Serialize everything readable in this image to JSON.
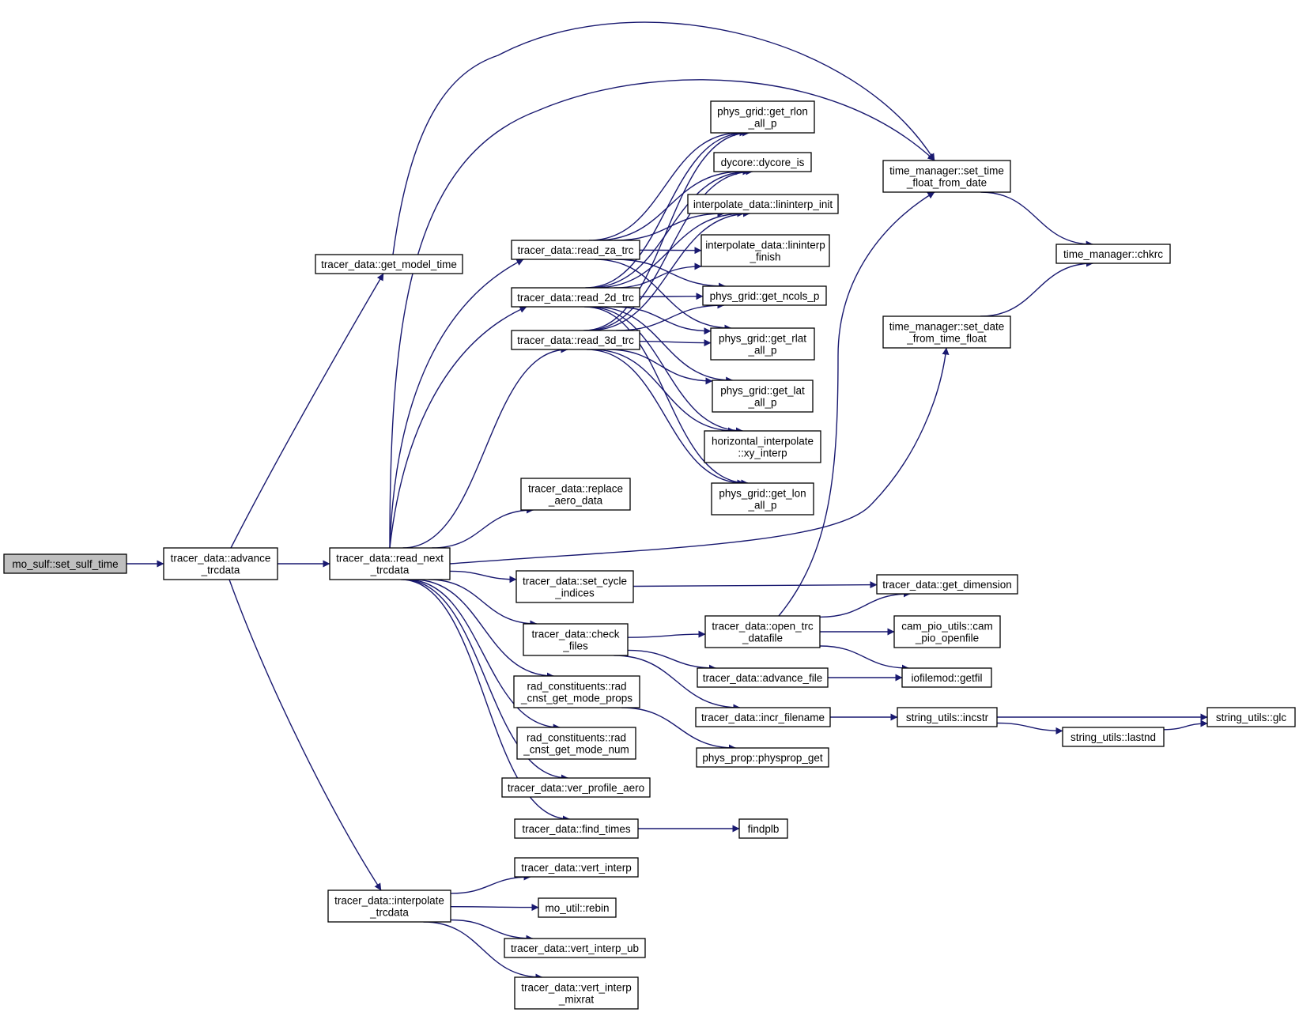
{
  "graph": {
    "root": "set_sulf_time",
    "nodes": [
      {
        "id": "set_sulf_time",
        "lines": [
          "mo_sulf::set_sulf_time"
        ]
      },
      {
        "id": "advance_trcdata",
        "lines": [
          "tracer_data::advance",
          "_trcdata"
        ]
      },
      {
        "id": "get_model_time",
        "lines": [
          "tracer_data::get_model_time"
        ]
      },
      {
        "id": "read_next_trcdata",
        "lines": [
          "tracer_data::read_next",
          "_trcdata"
        ]
      },
      {
        "id": "interpolate_trcdata",
        "lines": [
          "tracer_data::interpolate",
          "_trcdata"
        ]
      },
      {
        "id": "read_za_trc",
        "lines": [
          "tracer_data::read_za_trc"
        ]
      },
      {
        "id": "read_2d_trc",
        "lines": [
          "tracer_data::read_2d_trc"
        ]
      },
      {
        "id": "read_3d_trc",
        "lines": [
          "tracer_data::read_3d_trc"
        ]
      },
      {
        "id": "replace_aero_data",
        "lines": [
          "tracer_data::replace",
          "_aero_data"
        ]
      },
      {
        "id": "set_cycle_indices",
        "lines": [
          "tracer_data::set_cycle",
          "_indices"
        ]
      },
      {
        "id": "check_files",
        "lines": [
          "tracer_data::check",
          "_files"
        ]
      },
      {
        "id": "rad_cnst_get_mode_props",
        "lines": [
          "rad_constituents::rad",
          "_cnst_get_mode_props"
        ]
      },
      {
        "id": "rad_cnst_get_mode_num",
        "lines": [
          "rad_constituents::rad",
          "_cnst_get_mode_num"
        ]
      },
      {
        "id": "ver_profile_aero",
        "lines": [
          "tracer_data::ver_profile_aero"
        ]
      },
      {
        "id": "find_times",
        "lines": [
          "tracer_data::find_times"
        ]
      },
      {
        "id": "vert_interp",
        "lines": [
          "tracer_data::vert_interp"
        ]
      },
      {
        "id": "rebin",
        "lines": [
          "mo_util::rebin"
        ]
      },
      {
        "id": "vert_interp_ub",
        "lines": [
          "tracer_data::vert_interp_ub"
        ]
      },
      {
        "id": "vert_interp_mixrat",
        "lines": [
          "tracer_data::vert_interp",
          "_mixrat"
        ]
      },
      {
        "id": "get_rlon_all_p",
        "lines": [
          "phys_grid::get_rlon",
          "_all_p"
        ]
      },
      {
        "id": "dycore_is",
        "lines": [
          "dycore::dycore_is"
        ]
      },
      {
        "id": "lininterp_init",
        "lines": [
          "interpolate_data::lininterp_init"
        ]
      },
      {
        "id": "lininterp_finish",
        "lines": [
          "interpolate_data::lininterp",
          "_finish"
        ]
      },
      {
        "id": "get_ncols_p",
        "lines": [
          "phys_grid::get_ncols_p"
        ]
      },
      {
        "id": "get_rlat_all_p",
        "lines": [
          "phys_grid::get_rlat",
          "_all_p"
        ]
      },
      {
        "id": "get_lat_all_p",
        "lines": [
          "phys_grid::get_lat",
          "_all_p"
        ]
      },
      {
        "id": "xy_interp",
        "lines": [
          "horizontal_interpolate",
          "::xy_interp"
        ]
      },
      {
        "id": "get_lon_all_p",
        "lines": [
          "phys_grid::get_lon",
          "_all_p"
        ]
      },
      {
        "id": "open_trc_datafile",
        "lines": [
          "tracer_data::open_trc",
          "_datafile"
        ]
      },
      {
        "id": "advance_file",
        "lines": [
          "tracer_data::advance_file"
        ]
      },
      {
        "id": "incr_filename",
        "lines": [
          "tracer_data::incr_filename"
        ]
      },
      {
        "id": "physprop_get",
        "lines": [
          "phys_prop::physprop_get"
        ]
      },
      {
        "id": "findplb",
        "lines": [
          "findplb"
        ]
      },
      {
        "id": "set_time_float_from_date",
        "lines": [
          "time_manager::set_time",
          "_float_from_date"
        ]
      },
      {
        "id": "set_date_from_time_float",
        "lines": [
          "time_manager::set_date",
          "_from_time_float"
        ]
      },
      {
        "id": "chkrc",
        "lines": [
          "time_manager::chkrc"
        ]
      },
      {
        "id": "get_dimension",
        "lines": [
          "tracer_data::get_dimension"
        ]
      },
      {
        "id": "cam_pio_openfile",
        "lines": [
          "cam_pio_utils::cam",
          "_pio_openfile"
        ]
      },
      {
        "id": "getfil",
        "lines": [
          "iofilemod::getfil"
        ]
      },
      {
        "id": "incstr",
        "lines": [
          "string_utils::incstr"
        ]
      },
      {
        "id": "lastnd",
        "lines": [
          "string_utils::lastnd"
        ]
      },
      {
        "id": "glc",
        "lines": [
          "string_utils::glc"
        ]
      }
    ],
    "edges": [
      [
        "set_sulf_time",
        "advance_trcdata"
      ],
      [
        "advance_trcdata",
        "get_model_time"
      ],
      [
        "advance_trcdata",
        "read_next_trcdata"
      ],
      [
        "advance_trcdata",
        "interpolate_trcdata"
      ],
      [
        "get_model_time",
        "set_time_float_from_date"
      ],
      [
        "read_next_trcdata",
        "read_za_trc"
      ],
      [
        "read_next_trcdata",
        "read_2d_trc"
      ],
      [
        "read_next_trcdata",
        "read_3d_trc"
      ],
      [
        "read_next_trcdata",
        "replace_aero_data"
      ],
      [
        "read_next_trcdata",
        "set_cycle_indices"
      ],
      [
        "read_next_trcdata",
        "check_files"
      ],
      [
        "read_next_trcdata",
        "rad_cnst_get_mode_props"
      ],
      [
        "read_next_trcdata",
        "rad_cnst_get_mode_num"
      ],
      [
        "read_next_trcdata",
        "ver_profile_aero"
      ],
      [
        "read_next_trcdata",
        "find_times"
      ],
      [
        "read_next_trcdata",
        "set_time_float_from_date"
      ],
      [
        "read_next_trcdata",
        "set_date_from_time_float"
      ],
      [
        "read_za_trc",
        "get_rlon_all_p"
      ],
      [
        "read_za_trc",
        "dycore_is"
      ],
      [
        "read_za_trc",
        "lininterp_init"
      ],
      [
        "read_za_trc",
        "lininterp_finish"
      ],
      [
        "read_za_trc",
        "get_ncols_p"
      ],
      [
        "read_za_trc",
        "get_rlat_all_p"
      ],
      [
        "read_2d_trc",
        "get_rlon_all_p"
      ],
      [
        "read_2d_trc",
        "dycore_is"
      ],
      [
        "read_2d_trc",
        "lininterp_init"
      ],
      [
        "read_2d_trc",
        "lininterp_finish"
      ],
      [
        "read_2d_trc",
        "get_ncols_p"
      ],
      [
        "read_2d_trc",
        "get_rlat_all_p"
      ],
      [
        "read_2d_trc",
        "get_lat_all_p"
      ],
      [
        "read_2d_trc",
        "xy_interp"
      ],
      [
        "read_2d_trc",
        "get_lon_all_p"
      ],
      [
        "read_3d_trc",
        "get_rlon_all_p"
      ],
      [
        "read_3d_trc",
        "dycore_is"
      ],
      [
        "read_3d_trc",
        "lininterp_init"
      ],
      [
        "read_3d_trc",
        "get_ncols_p"
      ],
      [
        "read_3d_trc",
        "get_rlat_all_p"
      ],
      [
        "read_3d_trc",
        "get_lat_all_p"
      ],
      [
        "read_3d_trc",
        "xy_interp"
      ],
      [
        "read_3d_trc",
        "get_lon_all_p"
      ],
      [
        "set_cycle_indices",
        "get_dimension"
      ],
      [
        "check_files",
        "open_trc_datafile"
      ],
      [
        "check_files",
        "advance_file"
      ],
      [
        "check_files",
        "incr_filename"
      ],
      [
        "rad_cnst_get_mode_props",
        "physprop_get"
      ],
      [
        "find_times",
        "findplb"
      ],
      [
        "open_trc_datafile",
        "set_time_float_from_date"
      ],
      [
        "open_trc_datafile",
        "get_dimension"
      ],
      [
        "open_trc_datafile",
        "cam_pio_openfile"
      ],
      [
        "open_trc_datafile",
        "getfil"
      ],
      [
        "advance_file",
        "getfil"
      ],
      [
        "incr_filename",
        "incstr"
      ],
      [
        "incstr",
        "glc"
      ],
      [
        "incstr",
        "lastnd"
      ],
      [
        "lastnd",
        "glc"
      ],
      [
        "set_time_float_from_date",
        "chkrc"
      ],
      [
        "set_date_from_time_float",
        "chkrc"
      ],
      [
        "interpolate_trcdata",
        "vert_interp"
      ],
      [
        "interpolate_trcdata",
        "rebin"
      ],
      [
        "interpolate_trcdata",
        "vert_interp_ub"
      ],
      [
        "interpolate_trcdata",
        "vert_interp_mixrat"
      ]
    ],
    "edge_color": "#191970",
    "root_fill": "#bfbfbf"
  }
}
